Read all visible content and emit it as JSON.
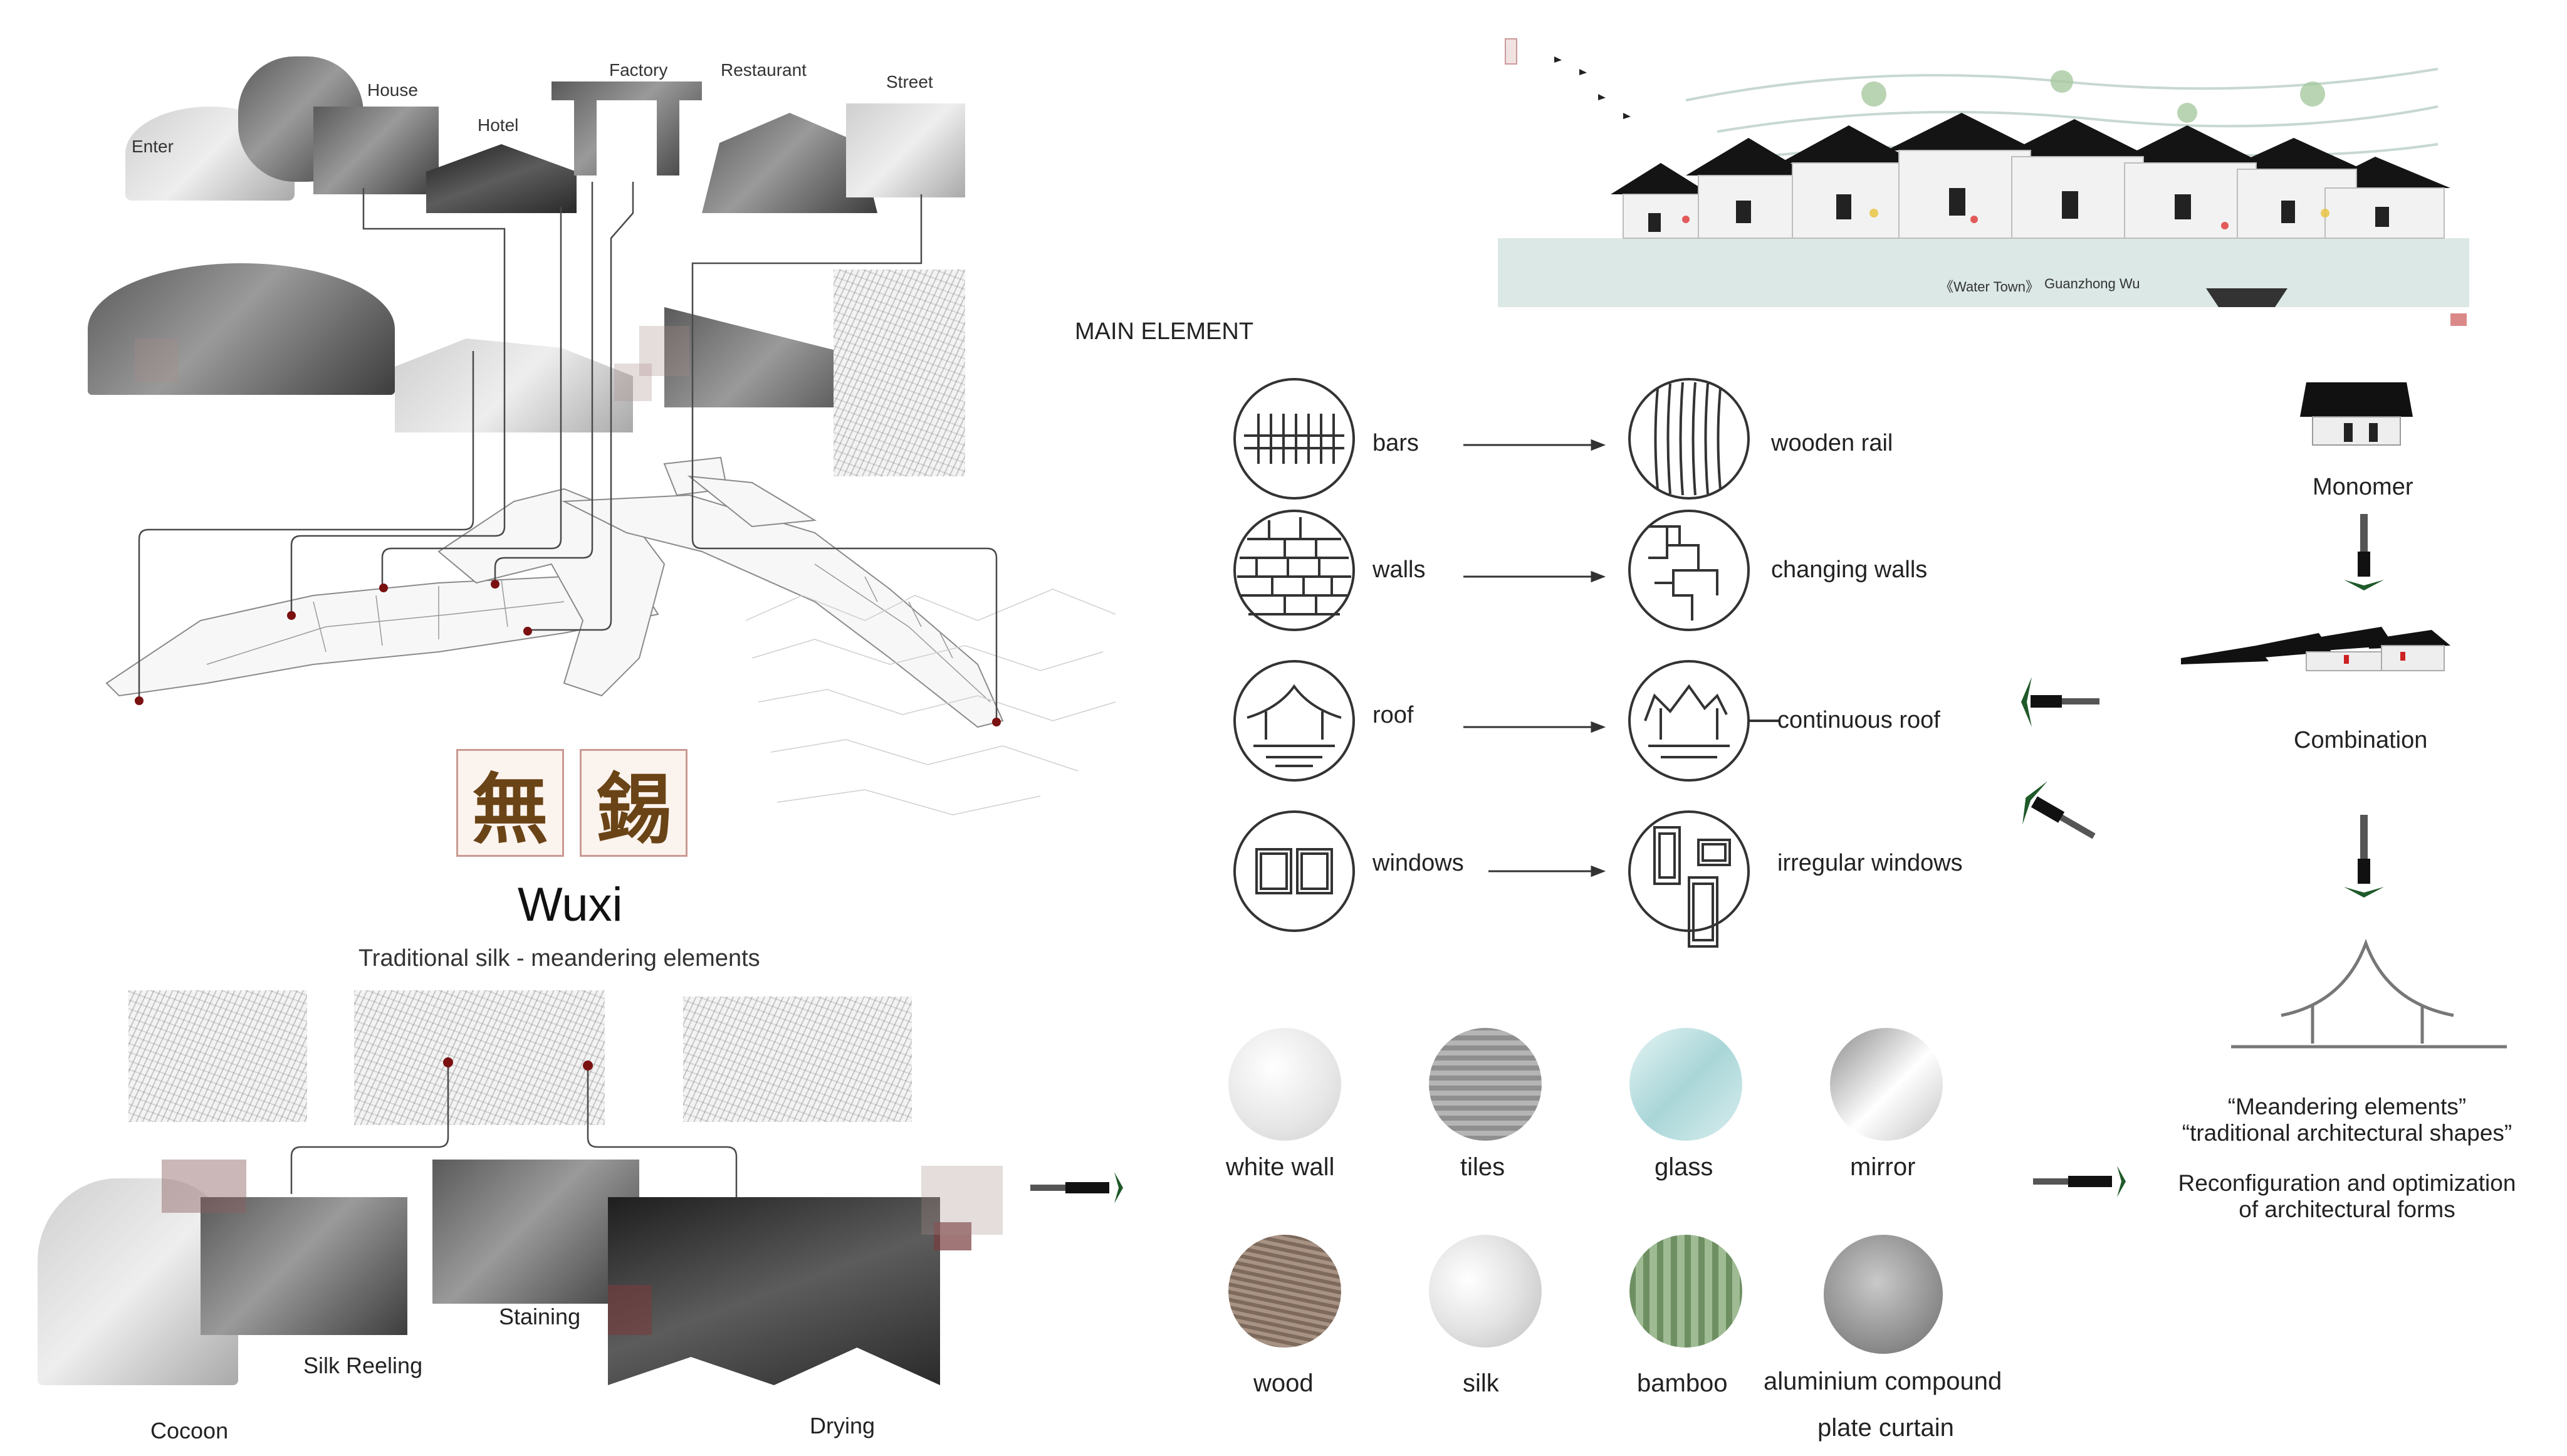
{
  "left": {
    "top_labels": [
      "Enter",
      "House",
      "Hotel",
      "Factory",
      "Restaurant",
      "Street"
    ],
    "seal_chars": [
      "無",
      "錫"
    ],
    "city_name": "Wuxi",
    "subtitle": "Traditional silk - meandering elements",
    "process_labels": [
      "Cocoon",
      "Silk Reeling",
      "Staining",
      "Drying"
    ]
  },
  "painting": {
    "caption_title": "《Water Town》",
    "caption_artist": "Guanzhong Wu"
  },
  "main_element": {
    "heading": "MAIN  ELEMENT",
    "rows": [
      {
        "from": "bars",
        "to": "wooden rail"
      },
      {
        "from": "walls",
        "to": "changing walls"
      },
      {
        "from": "roof",
        "to": "continuous roof"
      },
      {
        "from": "windows",
        "to": "irregular windows"
      }
    ]
  },
  "materials": {
    "row1": [
      "white wall",
      "tiles",
      "glass",
      "mirror"
    ],
    "row2": [
      "wood",
      "silk",
      "bamboo",
      "aluminium compound"
    ],
    "row2_extra": "plate curtain"
  },
  "right": {
    "monomer": "Monomer",
    "combination": "Combination",
    "quote1": "“Meandering elements”",
    "quote2": "“traditional architectural shapes”",
    "reconf1": "Reconfiguration and optimization",
    "reconf2": "of architectural forms"
  },
  "colors": {
    "accent_green": "#1f5a2a",
    "dot_red": "#7a1010",
    "seal_brown": "#6a4416"
  }
}
